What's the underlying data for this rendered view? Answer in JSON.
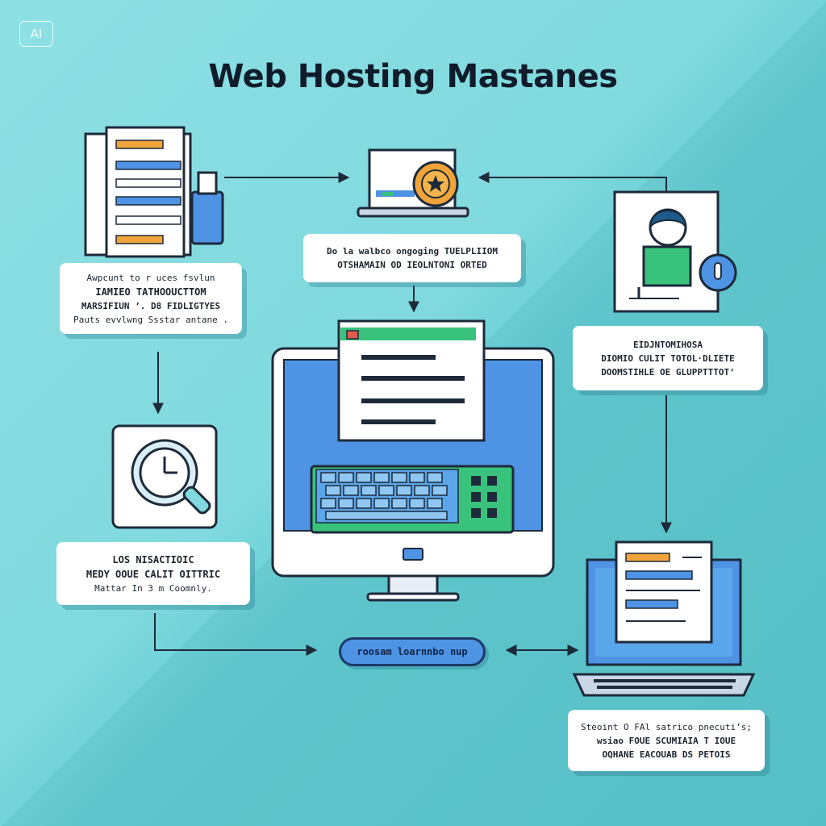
{
  "badge": "AI",
  "title": "Web Hosting Mastanes",
  "cards": {
    "top_left": [
      "Awpcunt to r uces fsvlun",
      "IAMIEO TATHOOUCTTOM",
      "MARSIFIUN ʼ. D8 FIDLIGTYES",
      "Pauts evvlwng Ssstar antane ."
    ],
    "top_center": [
      "Do la walbco ongoging TUELPLIIOM",
      "OTSHAMAIN OD IEOLNTONI ORTED"
    ],
    "right_mid": [
      "EIDJNTOMIHOSA",
      "DIOMIO CULIT TOTOL·DLIETE",
      "DOOMSTIHLE OE GLUPPTTTOTʼ"
    ],
    "left_bottom": [
      "LOS NISACTIOIC",
      "MEDY OOUE CALIT OITTRIC",
      "Mattar In 3 m Coomnly."
    ],
    "bottom_right": [
      "Steoint O FAl satrico pnecutiʼs;",
      "wsiao FOUE SCUMIAIA T IOUE",
      "OQHANE EACOUAB DS PETOIS"
    ]
  },
  "pill": "roosam loarnnbo nup",
  "colors": {
    "background": "#7fd9de",
    "accent_blue": "#4e93e4",
    "accent_green": "#39c27c",
    "accent_orange": "#f0a43a",
    "outline": "#1d3a66"
  },
  "icons": [
    "document-stack-icon",
    "laptop-badge-icon",
    "user-profile-icon",
    "magnifier-clock-icon",
    "desktop-monitor-icon",
    "laptop-document-icon"
  ]
}
